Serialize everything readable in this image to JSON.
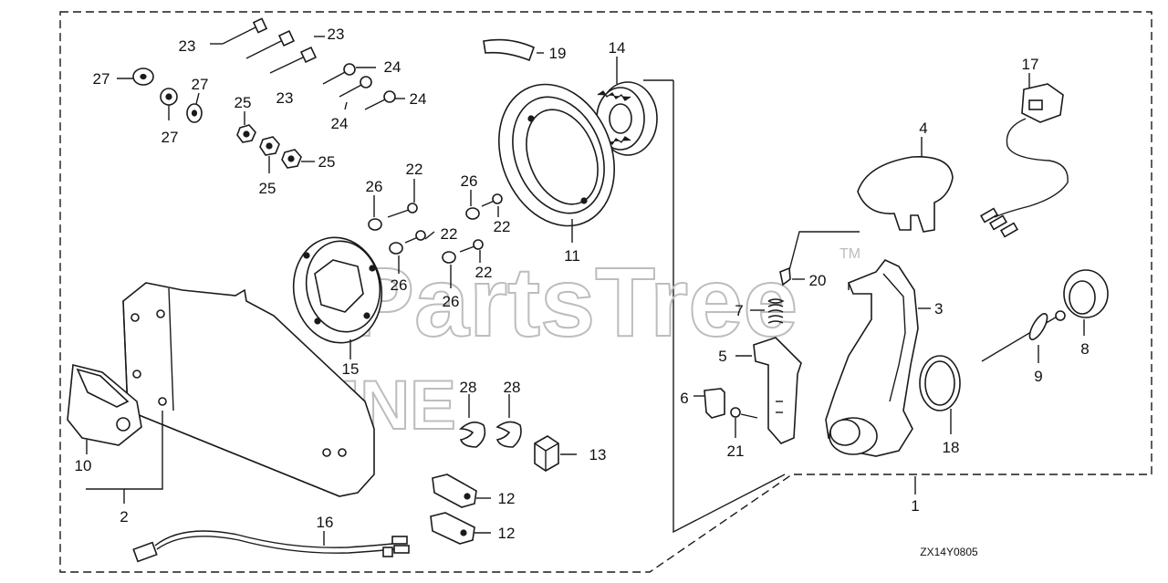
{
  "diagram_code": "ZX14Y0805",
  "watermark": {
    "brand": "PartsTree",
    "trademark": "TM",
    "subtitle": "MARINE"
  },
  "callouts": {
    "c1": "1",
    "c2": "2",
    "c3": "3",
    "c4": "4",
    "c5": "5",
    "c6": "6",
    "c7": "7",
    "c8": "8",
    "c9": "9",
    "c10": "10",
    "c11": "11",
    "c12a": "12",
    "c12b": "12",
    "c13": "13",
    "c14": "14",
    "c15": "15",
    "c16": "16",
    "c17": "17",
    "c18": "18",
    "c19": "19",
    "c20": "20",
    "c21": "21",
    "c22a": "22",
    "c22b": "22",
    "c22c": "22",
    "c22d": "22",
    "c23a": "23",
    "c23b": "23",
    "c23c": "23",
    "c24a": "24",
    "c24b": "24",
    "c24c": "24",
    "c25a": "25",
    "c25b": "25",
    "c25c": "25",
    "c26a": "26",
    "c26b": "26",
    "c26c": "26",
    "c26d": "26",
    "c27a": "27",
    "c27b": "27",
    "c27c": "27",
    "c28a": "28",
    "c28b": "28"
  }
}
